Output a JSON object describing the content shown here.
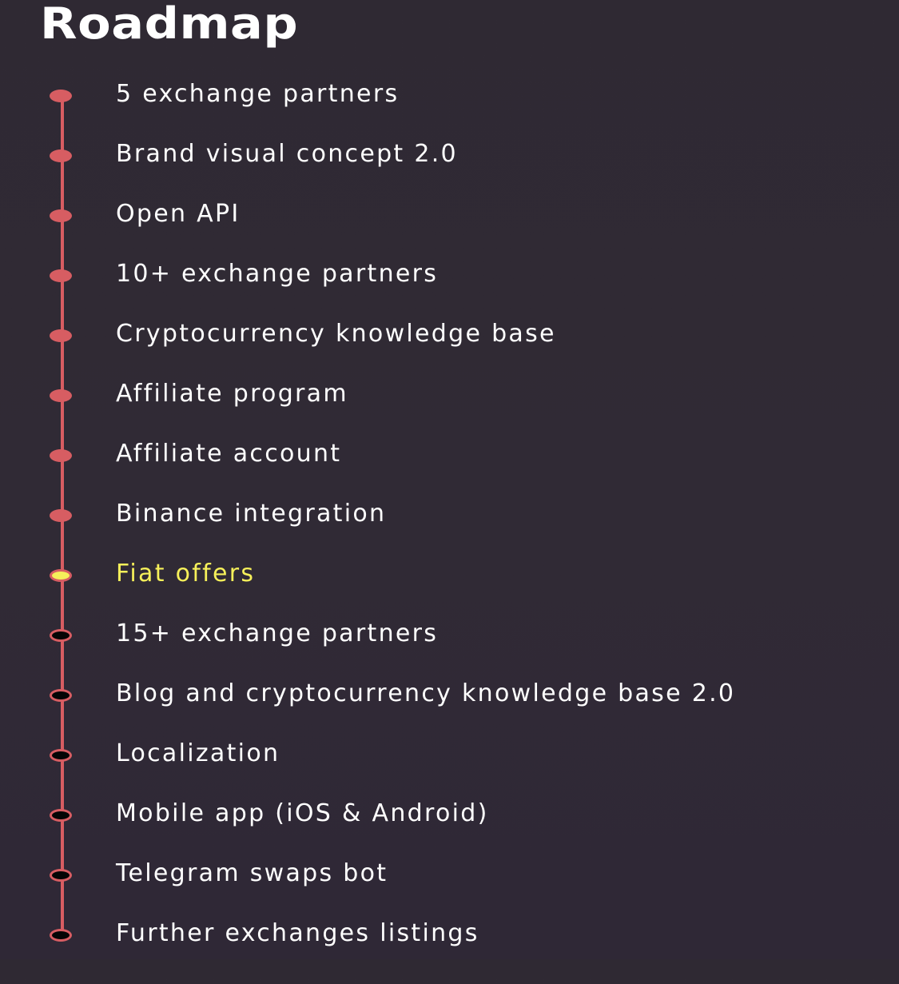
{
  "page": {
    "title": "Roadmap"
  },
  "colors": {
    "background": "#302a35",
    "timeline": "#d75d62",
    "current": "#f6f05a",
    "planned_fill": "#050505",
    "text": "#ffffff"
  },
  "roadmap": {
    "items": [
      {
        "label": "5 exchange partners",
        "status": "done"
      },
      {
        "label": "Brand visual concept 2.0",
        "status": "done"
      },
      {
        "label": "Open API",
        "status": "done"
      },
      {
        "label": "10+ exchange partners",
        "status": "done"
      },
      {
        "label": "Cryptocurrency knowledge base",
        "status": "done"
      },
      {
        "label": "Affiliate program",
        "status": "done"
      },
      {
        "label": "Affiliate account",
        "status": "done"
      },
      {
        "label": "Binance integration",
        "status": "done"
      },
      {
        "label": "Fiat offers",
        "status": "current"
      },
      {
        "label": "15+ exchange partners",
        "status": "planned"
      },
      {
        "label": "Blog and cryptocurrency knowledge base 2.0",
        "status": "planned"
      },
      {
        "label": "Localization",
        "status": "planned"
      },
      {
        "label": "Mobile app (iOS & Android)",
        "status": "planned"
      },
      {
        "label": "Telegram swaps bot",
        "status": "planned"
      },
      {
        "label": "Further exchanges listings",
        "status": "planned"
      }
    ]
  }
}
